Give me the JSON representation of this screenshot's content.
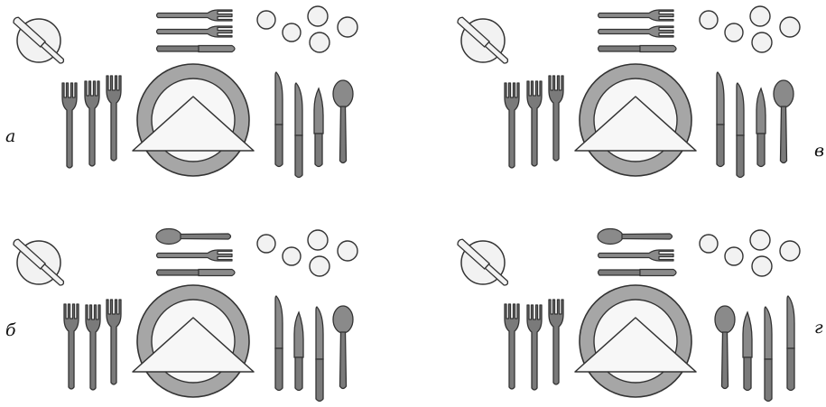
{
  "labels": {
    "a": "а",
    "b": "б",
    "v": "в",
    "g": "г"
  },
  "colors": {
    "outline": "#333333",
    "light_fill": "#f2f2f2",
    "mid_fill": "#a6a6a6",
    "dark_fill": "#7a7a7a",
    "napkin": "#f7f7f7"
  },
  "panels": [
    {
      "id": "a",
      "top_row": [
        "fork",
        "fork",
        "knife"
      ],
      "right_row": [
        "knife-long",
        "knife",
        "knife-serrated",
        "spoon"
      ]
    },
    {
      "id": "v",
      "top_row": [
        "fork",
        "fork",
        "knife"
      ],
      "right_row": [
        "knife-long",
        "knife",
        "knife-serrated",
        "spoon"
      ]
    },
    {
      "id": "b",
      "top_row": [
        "spoon",
        "fork",
        "knife"
      ],
      "right_row": [
        "knife-long",
        "knife-serrated",
        "knife",
        "spoon"
      ]
    },
    {
      "id": "g",
      "top_row": [
        "spoon",
        "fork",
        "knife"
      ],
      "right_row": [
        "spoon",
        "knife-serrated",
        "knife",
        "knife-long"
      ]
    }
  ]
}
